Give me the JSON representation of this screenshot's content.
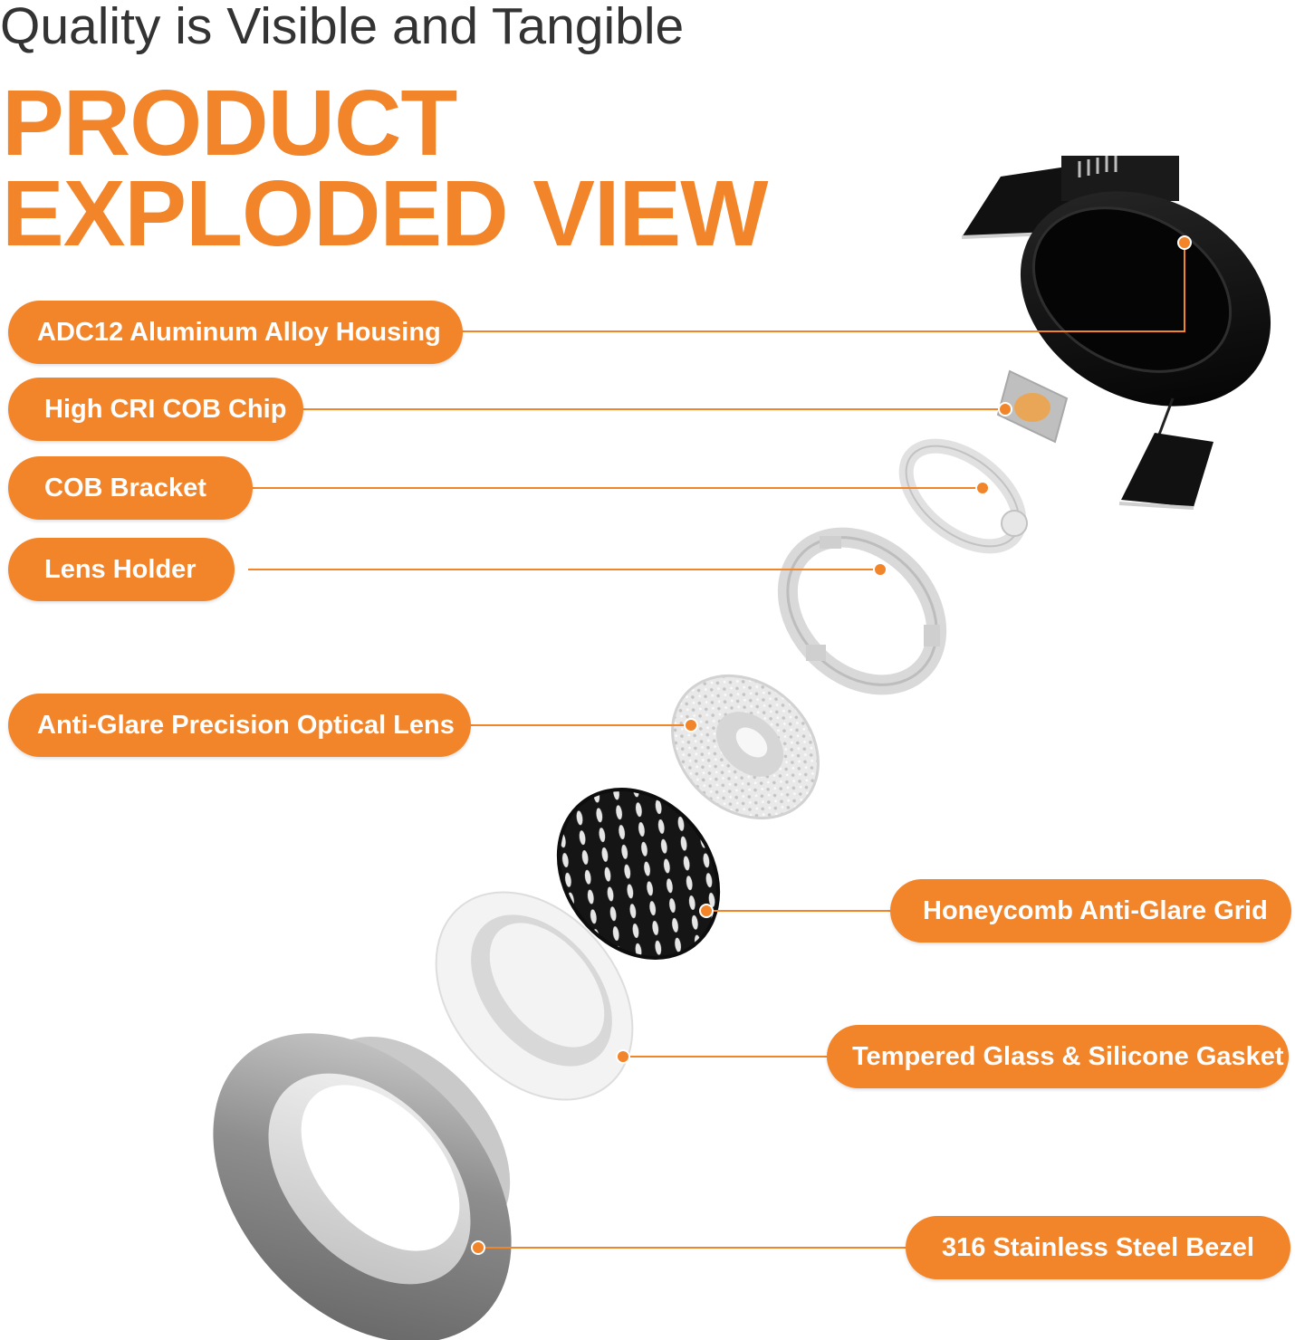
{
  "header": {
    "subtitle": "Quality is Visible and Tangible",
    "title_line1": "PRODUCT",
    "title_line2": "EXPLODED VIEW"
  },
  "colors": {
    "accent": "#F2842A",
    "text_dark": "#333333",
    "housing": "#0a0a0a",
    "bezel": "#9a9a9a"
  },
  "components": [
    {
      "id": "housing",
      "label": "ADC12 Aluminum Alloy Housing"
    },
    {
      "id": "cob-chip",
      "label": "High CRI COB Chip"
    },
    {
      "id": "cob-bracket",
      "label": "COB Bracket"
    },
    {
      "id": "lens-holder",
      "label": "Lens Holder"
    },
    {
      "id": "optical-lens",
      "label": "Anti-Glare Precision Optical Lens"
    },
    {
      "id": "honeycomb-grid",
      "label": "Honeycomb Anti-Glare Grid"
    },
    {
      "id": "glass-gasket",
      "label": "Tempered Glass & Silicone Gasket"
    },
    {
      "id": "bezel",
      "label": "316 Stainless Steel Bezel"
    }
  ]
}
